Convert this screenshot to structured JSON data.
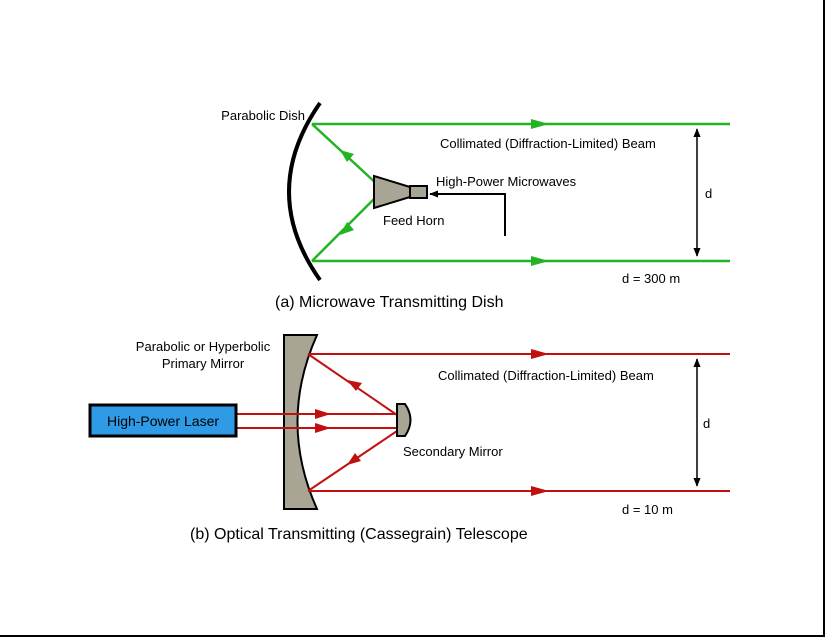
{
  "colors": {
    "green_beam": "#22b422",
    "red_beam": "#c01010",
    "mirror_fill": "#a9a594",
    "laser_fill": "#2f9be6"
  },
  "top": {
    "parabolic_dish": "Parabolic Dish",
    "beam_label": "Collimated (Diffraction-Limited) Beam",
    "microwaves": "High-Power Microwaves",
    "feed_horn": "Feed Horn",
    "d_symbol": "d",
    "d_value": "d = 300 m",
    "caption": "(a) Microwave Transmitting Dish"
  },
  "bottom": {
    "primary_mirror_line1": "Parabolic or Hyperbolic",
    "primary_mirror_line2": "Primary Mirror",
    "beam_label": "Collimated (Diffraction-Limited) Beam",
    "laser": "High-Power Laser",
    "secondary_mirror": "Secondary Mirror",
    "d_symbol": "d",
    "d_value": "d = 10 m",
    "caption": "(b) Optical Transmitting (Cassegrain) Telescope"
  }
}
